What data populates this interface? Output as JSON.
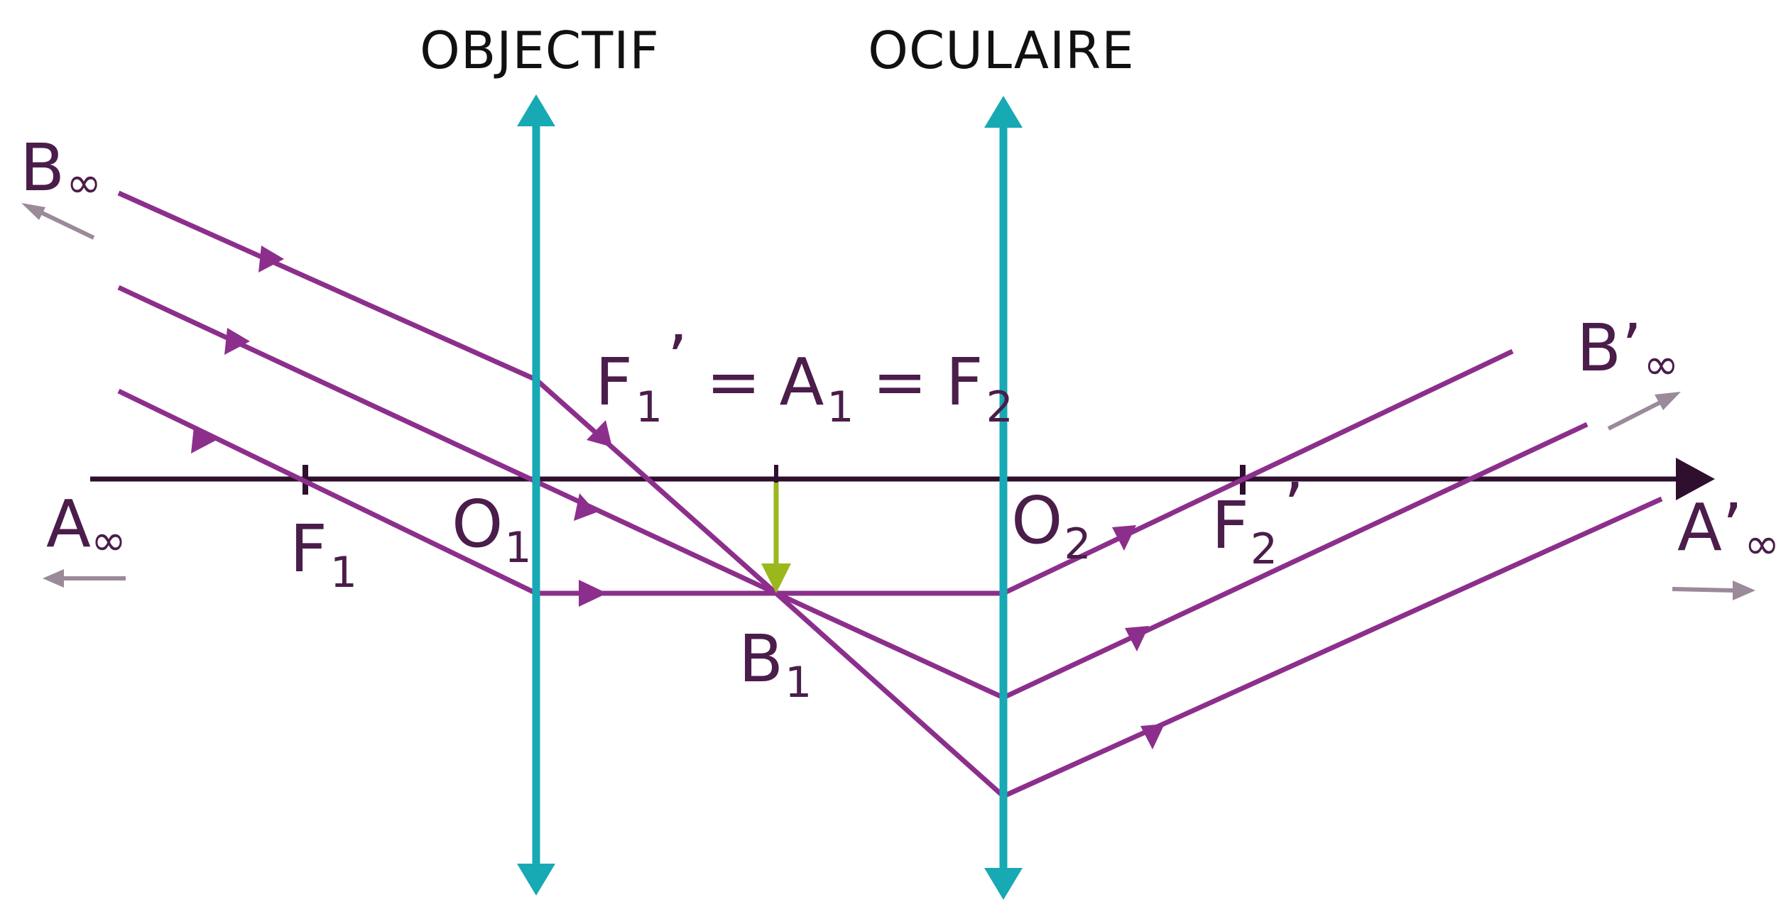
{
  "lenses": {
    "objective": {
      "label": "OBJECTIF"
    },
    "eyepiece": {
      "label": "OCULAIRE"
    }
  },
  "points": {
    "a_inf": {
      "main": "A",
      "sub": "∞"
    },
    "b_inf": {
      "main": "B",
      "sub": "∞"
    },
    "f1": {
      "main": "F",
      "sub": "1"
    },
    "o1": {
      "main": "O",
      "sub": "1"
    },
    "o2": {
      "main": "O",
      "sub": "2"
    },
    "f2_prime": {
      "main": "F",
      "sub": "2",
      "prime": "’"
    },
    "b1": {
      "main": "B",
      "sub": "1"
    },
    "a_prime_inf": {
      "main": "A’",
      "sub": "∞"
    },
    "b_prime_inf": {
      "main": "B’",
      "sub": "∞"
    }
  },
  "equation": {
    "f": "F",
    "f_sub": "1",
    "prime": "’",
    "eq1": "=",
    "a": "A",
    "a_sub": "1",
    "eq2": "=",
    "f2": "F",
    "f2_sub": "2"
  },
  "colors": {
    "axis": "#2e0f2e",
    "lens": "#17a9b4",
    "ray": "#8c2f8c",
    "image_arrow": "#9ab81c",
    "infinity_arrow": "#9a8a9a",
    "label": "#4a1d4a"
  }
}
